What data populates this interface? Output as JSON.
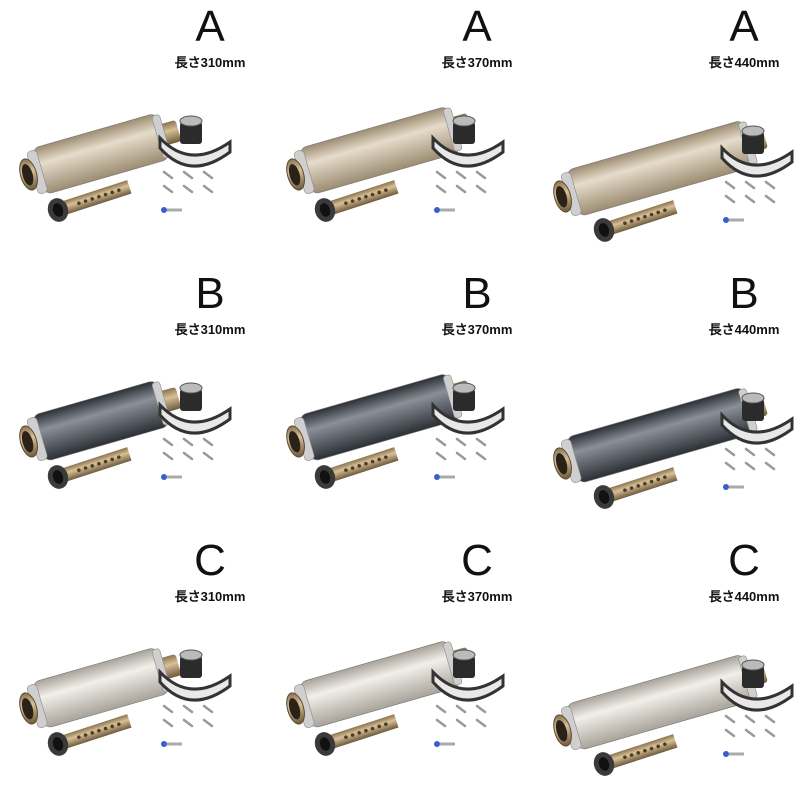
{
  "variants": [
    {
      "letter": "A",
      "color_name": "titanium",
      "body": "#c8b99e",
      "body_dark": "#9c8c72",
      "body_light": "#e6dccb"
    },
    {
      "letter": "B",
      "color_name": "carbon",
      "body": "#4d535b",
      "body_dark": "#2c3036",
      "body_light": "#8a9098"
    },
    {
      "letter": "C",
      "color_name": "silver",
      "body": "#d9d5cd",
      "body_dark": "#a8a39a",
      "body_light": "#f2efea"
    }
  ],
  "cells": [
    {
      "letter": "A",
      "label": "長さ310mm",
      "length_mm": 310
    },
    {
      "letter": "A",
      "label": "長さ370mm",
      "length_mm": 370
    },
    {
      "letter": "A",
      "label": "長さ440mm",
      "length_mm": 440
    },
    {
      "letter": "B",
      "label": "長さ310mm",
      "length_mm": 310
    },
    {
      "letter": "B",
      "label": "長さ370mm",
      "length_mm": 370
    },
    {
      "letter": "B",
      "label": "長さ440mm",
      "length_mm": 440
    },
    {
      "letter": "C",
      "label": "長さ310mm",
      "length_mm": 310
    },
    {
      "letter": "C",
      "label": "長さ370mm",
      "length_mm": 370
    },
    {
      "letter": "C",
      "label": "長さ440mm",
      "length_mm": 440
    }
  ]
}
